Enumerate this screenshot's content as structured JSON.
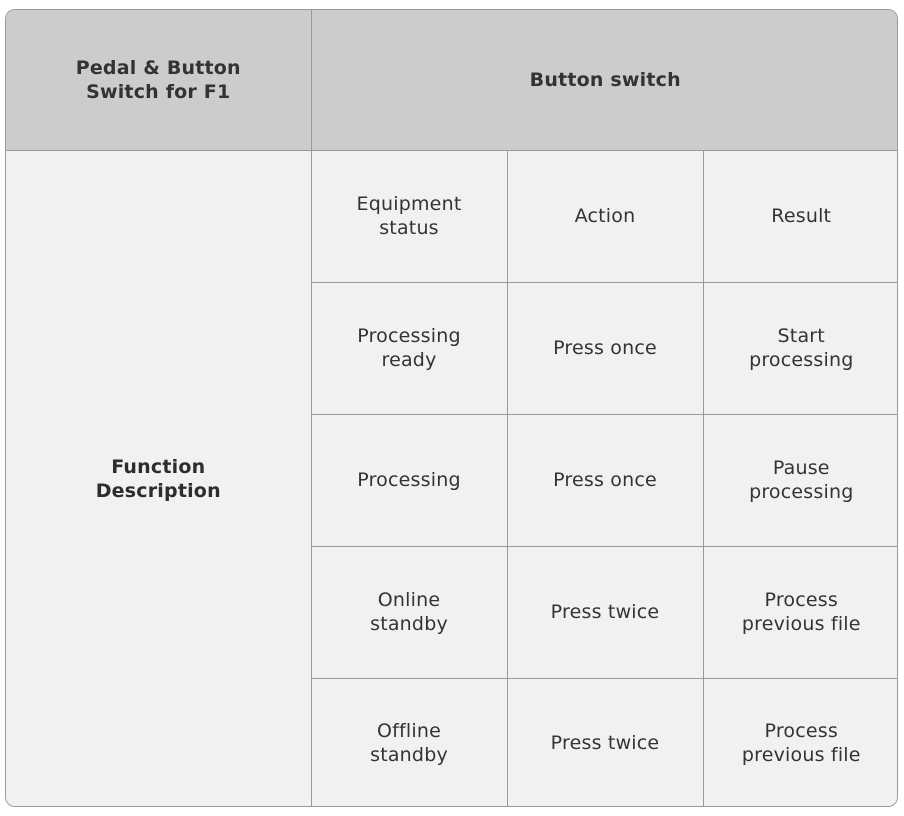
{
  "table": {
    "corner_header": "Pedal & Button\nSwitch for F1",
    "column_header": "Button switch",
    "row_label": "Function\nDescription",
    "rows": [
      [
        "Equipment\nstatus",
        "Action",
        "Result"
      ],
      [
        "Processing\nready",
        "Press once",
        "Start\nprocessing"
      ],
      [
        "Processing",
        "Press once",
        "Pause\nprocessing"
      ],
      [
        "Online\nstandby",
        "Press twice",
        "Process\nprevious file"
      ],
      [
        "Offline\nstandby",
        "Press twice",
        "Process\nprevious file"
      ]
    ]
  },
  "colors": {
    "header_bg": "#cccccc",
    "body_bg": "#f1f1f1",
    "border": "#9a9a9a",
    "text": "#333333"
  }
}
